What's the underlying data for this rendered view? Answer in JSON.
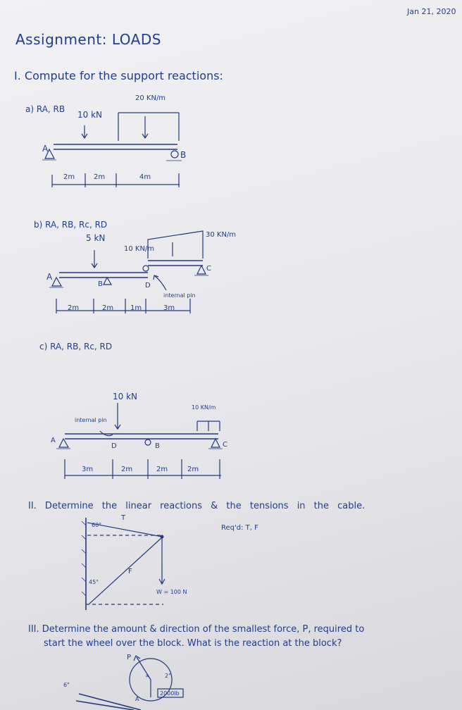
{
  "header": {
    "date": "Jan 21, 2020"
  },
  "title": "Assignment: LOADS",
  "section1": {
    "heading": "I. Compute for the support reactions:",
    "a": {
      "label": "a) RA, RB",
      "point_load": "10 kN",
      "dist_load": "20 KN/m",
      "support_a": "A",
      "support_b": "B",
      "dims": [
        "2m",
        "2m",
        "4m"
      ]
    },
    "b": {
      "label": "b) RA, RB, Rc, RD",
      "point_load": "5 kN",
      "dist_load_1": "10 KN/m",
      "dist_load_2": "30 KN/m",
      "support_a": "A",
      "support_b": "B",
      "support_c": "C",
      "point_d": "D",
      "pin_note": "internal pin",
      "dims": [
        "2m",
        "2m",
        "1m",
        "3m"
      ]
    },
    "c": {
      "label": "c) RA, RB, Rc, RD",
      "point_load": "10 kN",
      "dist_load": "10 KN/m",
      "pin_note": "internal pin",
      "support_a": "A",
      "point_d": "D",
      "support_b": "B",
      "support_c": "C",
      "dims": [
        "3m",
        "2m",
        "2m",
        "2m"
      ]
    }
  },
  "section2": {
    "heading": "II. Determine the linear reactions & the tensions in the cable.",
    "reqd": "Req'd: T, F",
    "tension": "T",
    "angle_top": "60°",
    "angle_bottom": "45°",
    "force": "F",
    "weight": "W = 100 N"
  },
  "section3": {
    "line1": "III. Determine the amount & direction of the smallest force, P, required to",
    "line2": "start the wheel over the block. What is the reaction at the block?",
    "p_label": "P",
    "alpha": "∝",
    "two": "2\"",
    "block": "2000lb",
    "a_label": "A",
    "six": "6\""
  }
}
